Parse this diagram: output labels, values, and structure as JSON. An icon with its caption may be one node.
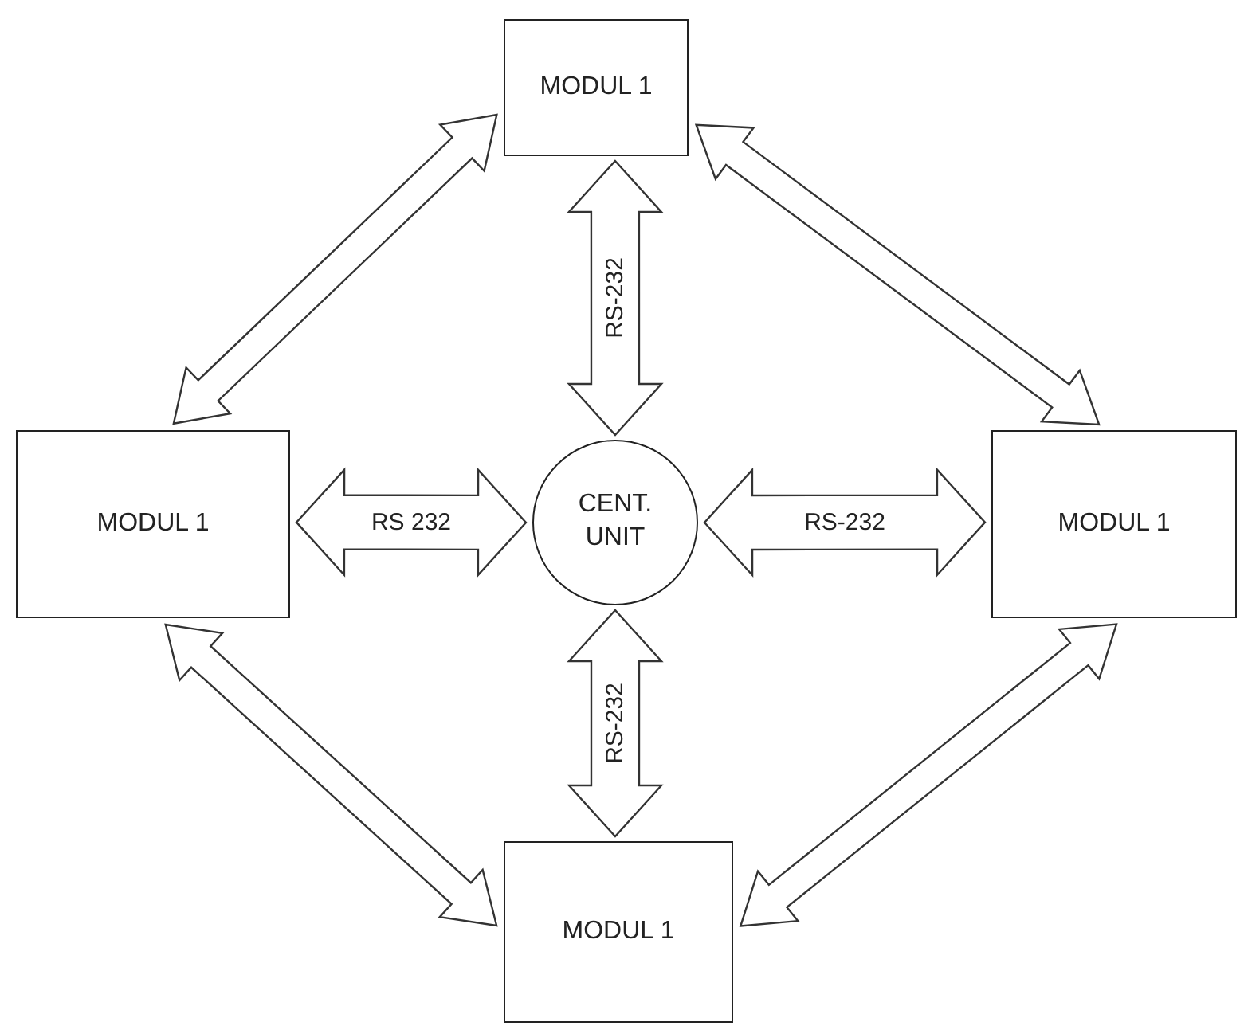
{
  "diagram": {
    "nodes": [
      {
        "text": [
          "MODUL 1"
        ]
      },
      {
        "text": [
          "MODUL 1"
        ]
      },
      {
        "text": [
          "CENT. UNIT"
        ]
      },
      {
        "text": [
          "MODUL 1"
        ]
      },
      {
        "text": [
          "MODUL 1"
        ]
      }
    ],
    "edges": [
      {
        "from": 0,
        "to": 2,
        "arrow": "both",
        "label": "RS-232"
      },
      {
        "from": 1,
        "to": 2,
        "arrow": "both",
        "label": "RS 232"
      },
      {
        "from": 2,
        "to": 3,
        "arrow": "both",
        "label": "RS-232"
      },
      {
        "from": 2,
        "to": 4,
        "arrow": "both",
        "label": "RS-232"
      },
      {
        "from": 1,
        "to": 0,
        "arrow": "both"
      },
      {
        "from": 0,
        "to": 3,
        "arrow": "both"
      },
      {
        "from": 1,
        "to": 4,
        "arrow": "both"
      },
      {
        "from": 4,
        "to": 3,
        "arrow": "both"
      }
    ]
  }
}
